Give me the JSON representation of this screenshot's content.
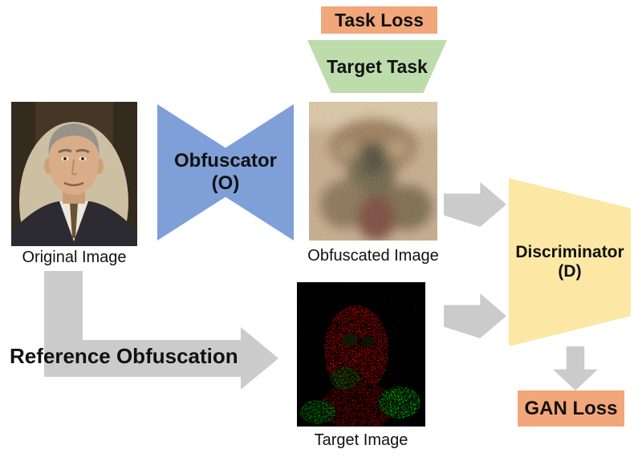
{
  "nodes": {
    "task_loss": "Task Loss",
    "target_task": "Target Task",
    "obfuscator_line1": "Obfuscator",
    "obfuscator_line2": "(O)",
    "discriminator_line1": "Discriminator",
    "discriminator_line2": "(D)",
    "gan_loss": "GAN Loss",
    "reference_obfuscation": "Reference Obfuscation"
  },
  "captions": {
    "original": "Original Image",
    "obfuscated": "Obfuscated Image",
    "target": "Target Image"
  },
  "colors": {
    "loss_box": "#F2A77B",
    "target_task": "#BCDCAB",
    "obfuscator": "#7E9FD8",
    "discriminator": "#FCE8A4",
    "arrow": "#CBCBCB",
    "text": "#111111"
  }
}
